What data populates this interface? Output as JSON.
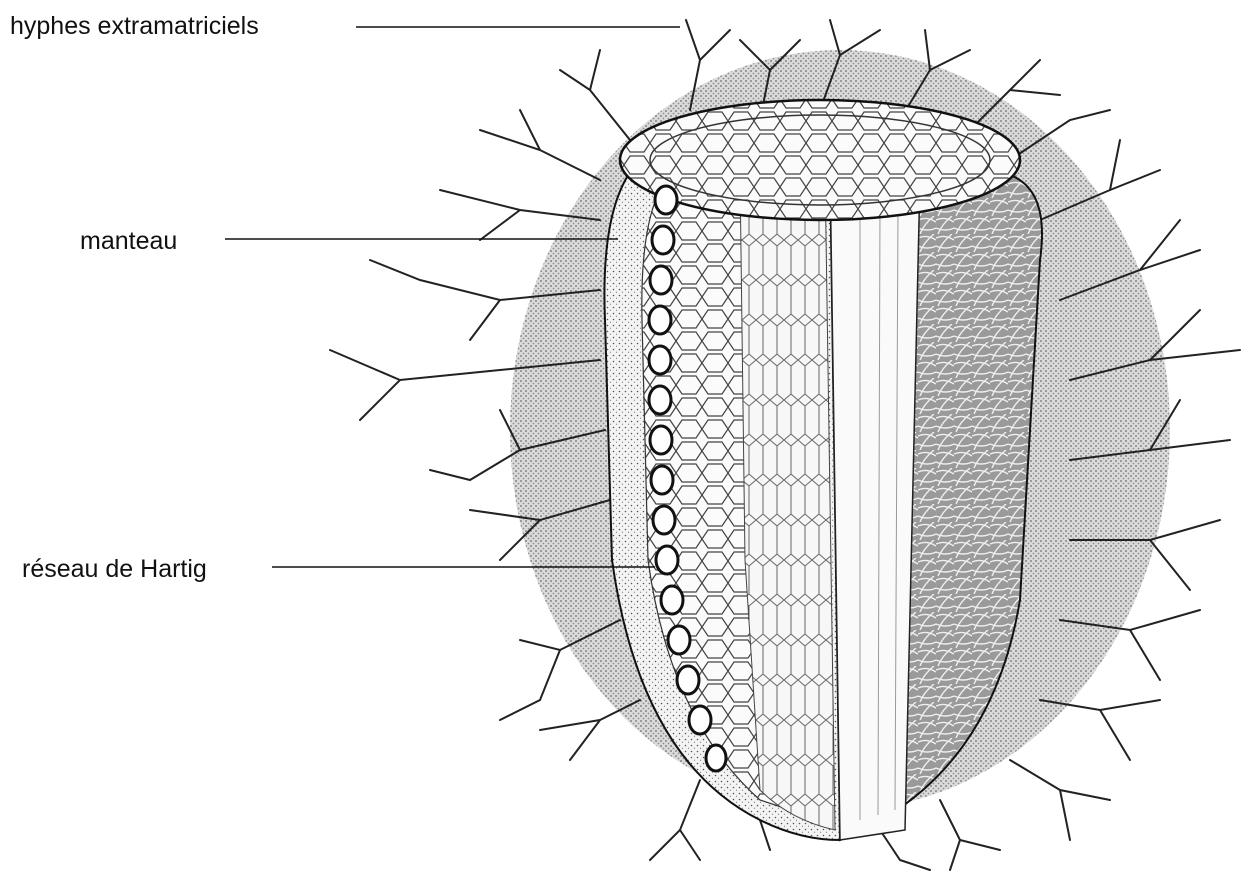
{
  "diagram": {
    "labels": {
      "extramatrical_hyphae": "hyphes extramatriciels",
      "mantle": "manteau",
      "hartig_net": "réseau de Hartig"
    }
  },
  "colors": {
    "ink": "#111111",
    "background": "#ffffff"
  }
}
